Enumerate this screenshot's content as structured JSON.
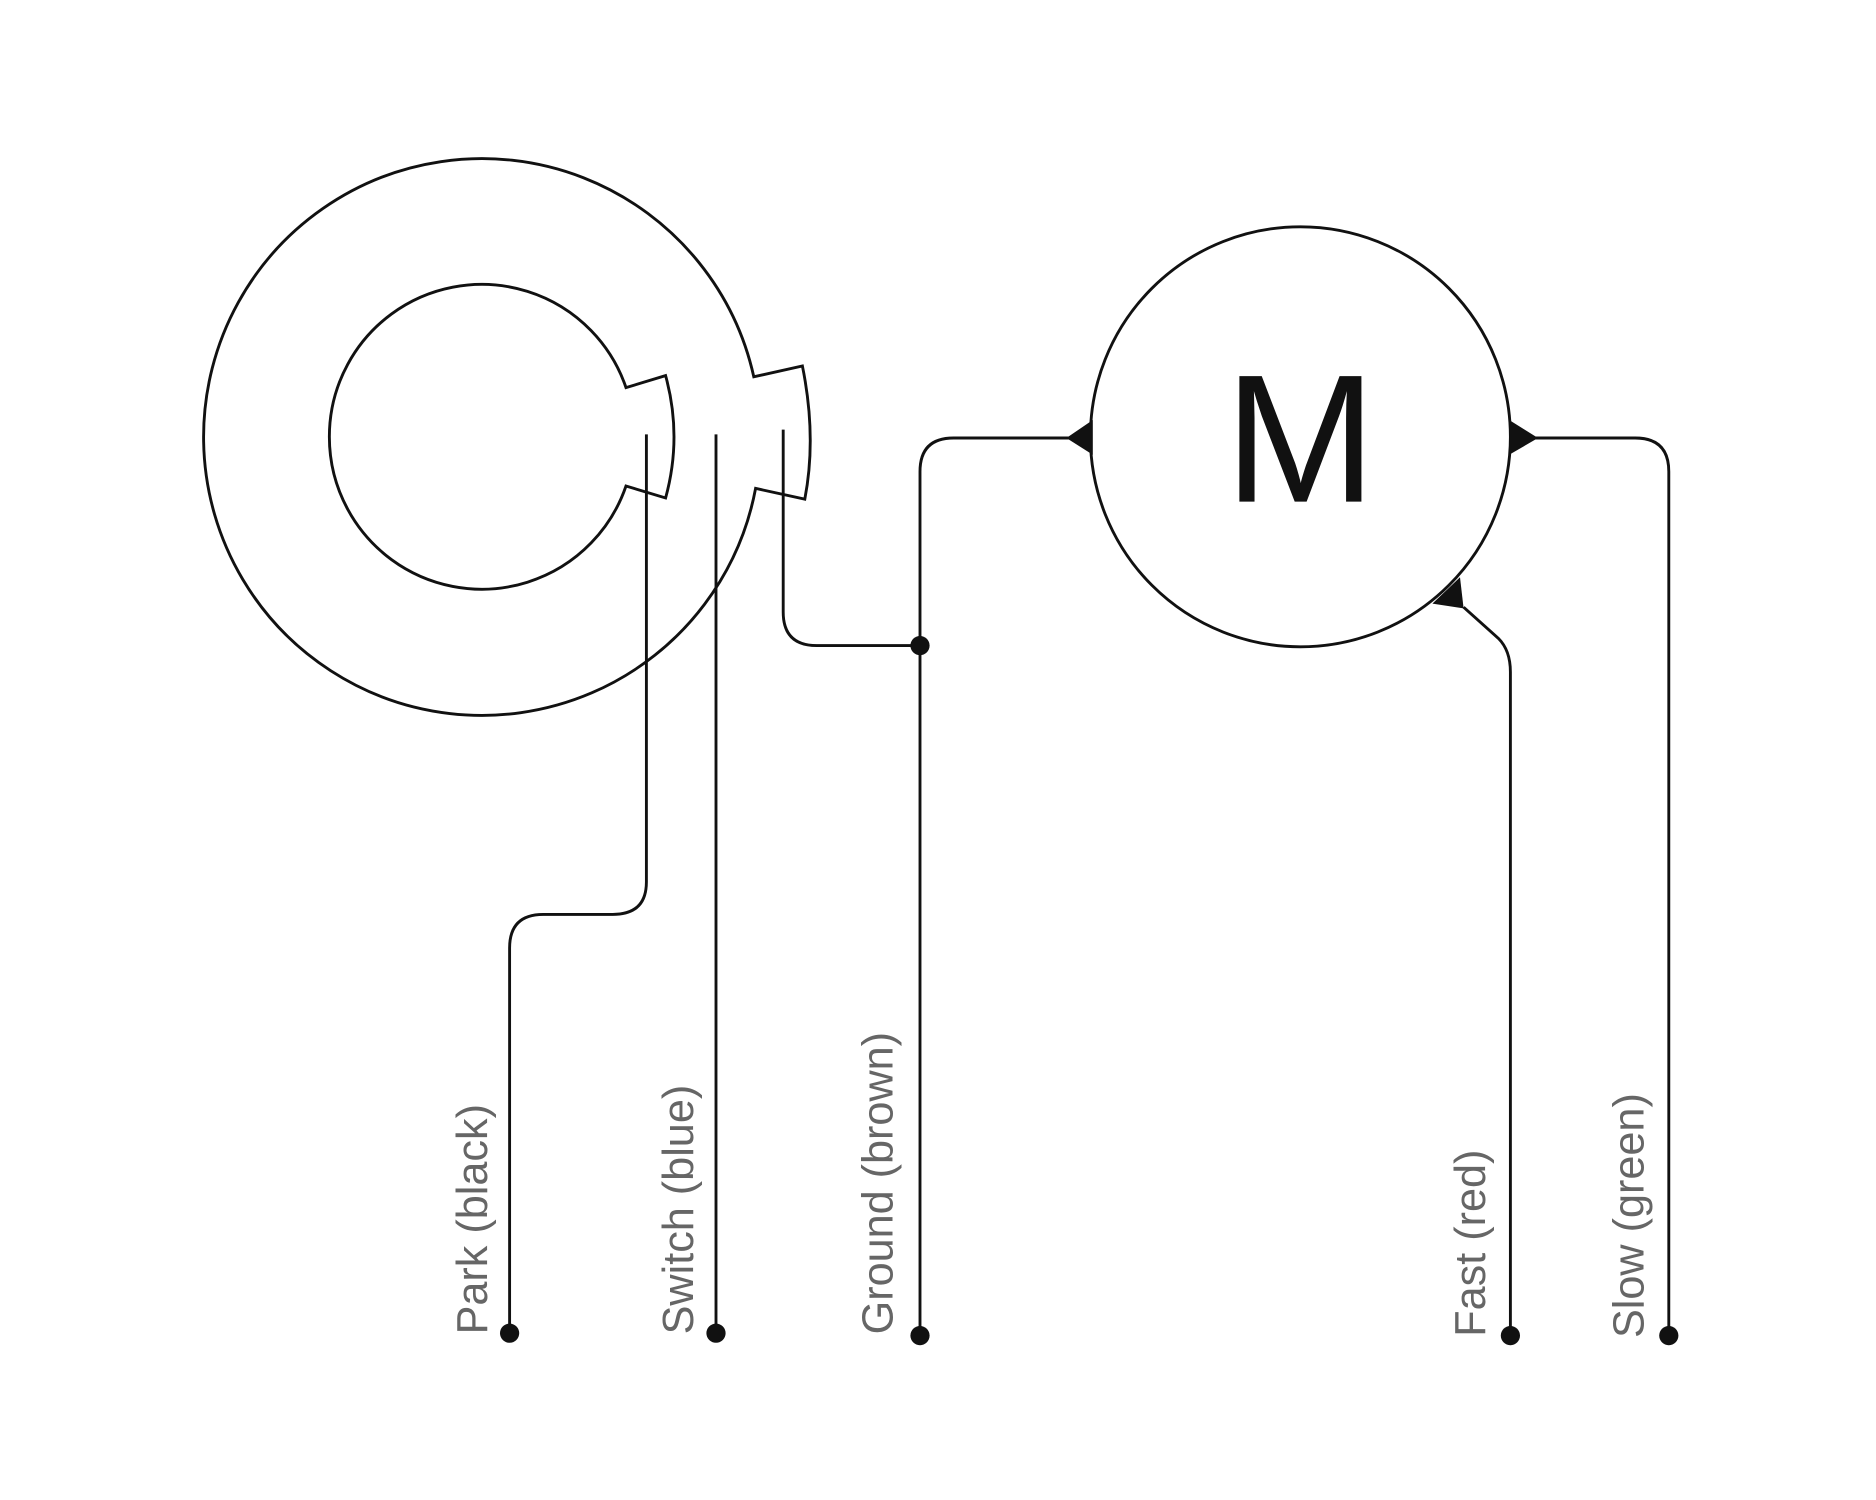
{
  "motor": {
    "symbol": "M"
  },
  "wires": [
    {
      "label": "Park (black)"
    },
    {
      "label": "Switch (blue)"
    },
    {
      "label": "Ground (brown)"
    },
    {
      "label": "Fast (red)"
    },
    {
      "label": "Slow (green)"
    }
  ],
  "colors": {
    "line": "#111111",
    "label": "#666666",
    "background": "#ffffff"
  }
}
